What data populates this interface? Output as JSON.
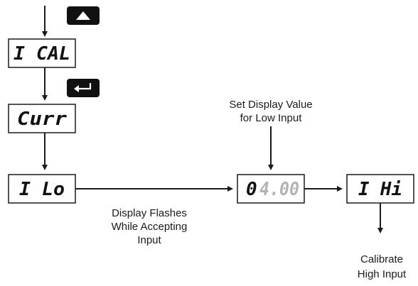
{
  "keys": {
    "up_key": "up-arrow-icon",
    "enter_key": "enter-return-icon"
  },
  "displays": {
    "cal": "I CAL",
    "curr": "Curr",
    "lo": "I Lo",
    "value_bright": "0",
    "value_dim": "4.00",
    "hi": "I Hi"
  },
  "captions": {
    "set_display_line1": "Set Display Value",
    "set_display_line2": "for Low Input",
    "flashes_line1": "Display Flashes",
    "flashes_line2": "While Accepting",
    "flashes_line3": "Input",
    "calibrate_line1": "Calibrate",
    "calibrate_line2": "High Input"
  },
  "colors": {
    "line": "#1a1a1a",
    "key_fill": "#111111",
    "dim_digit": "#b3b3b3"
  }
}
